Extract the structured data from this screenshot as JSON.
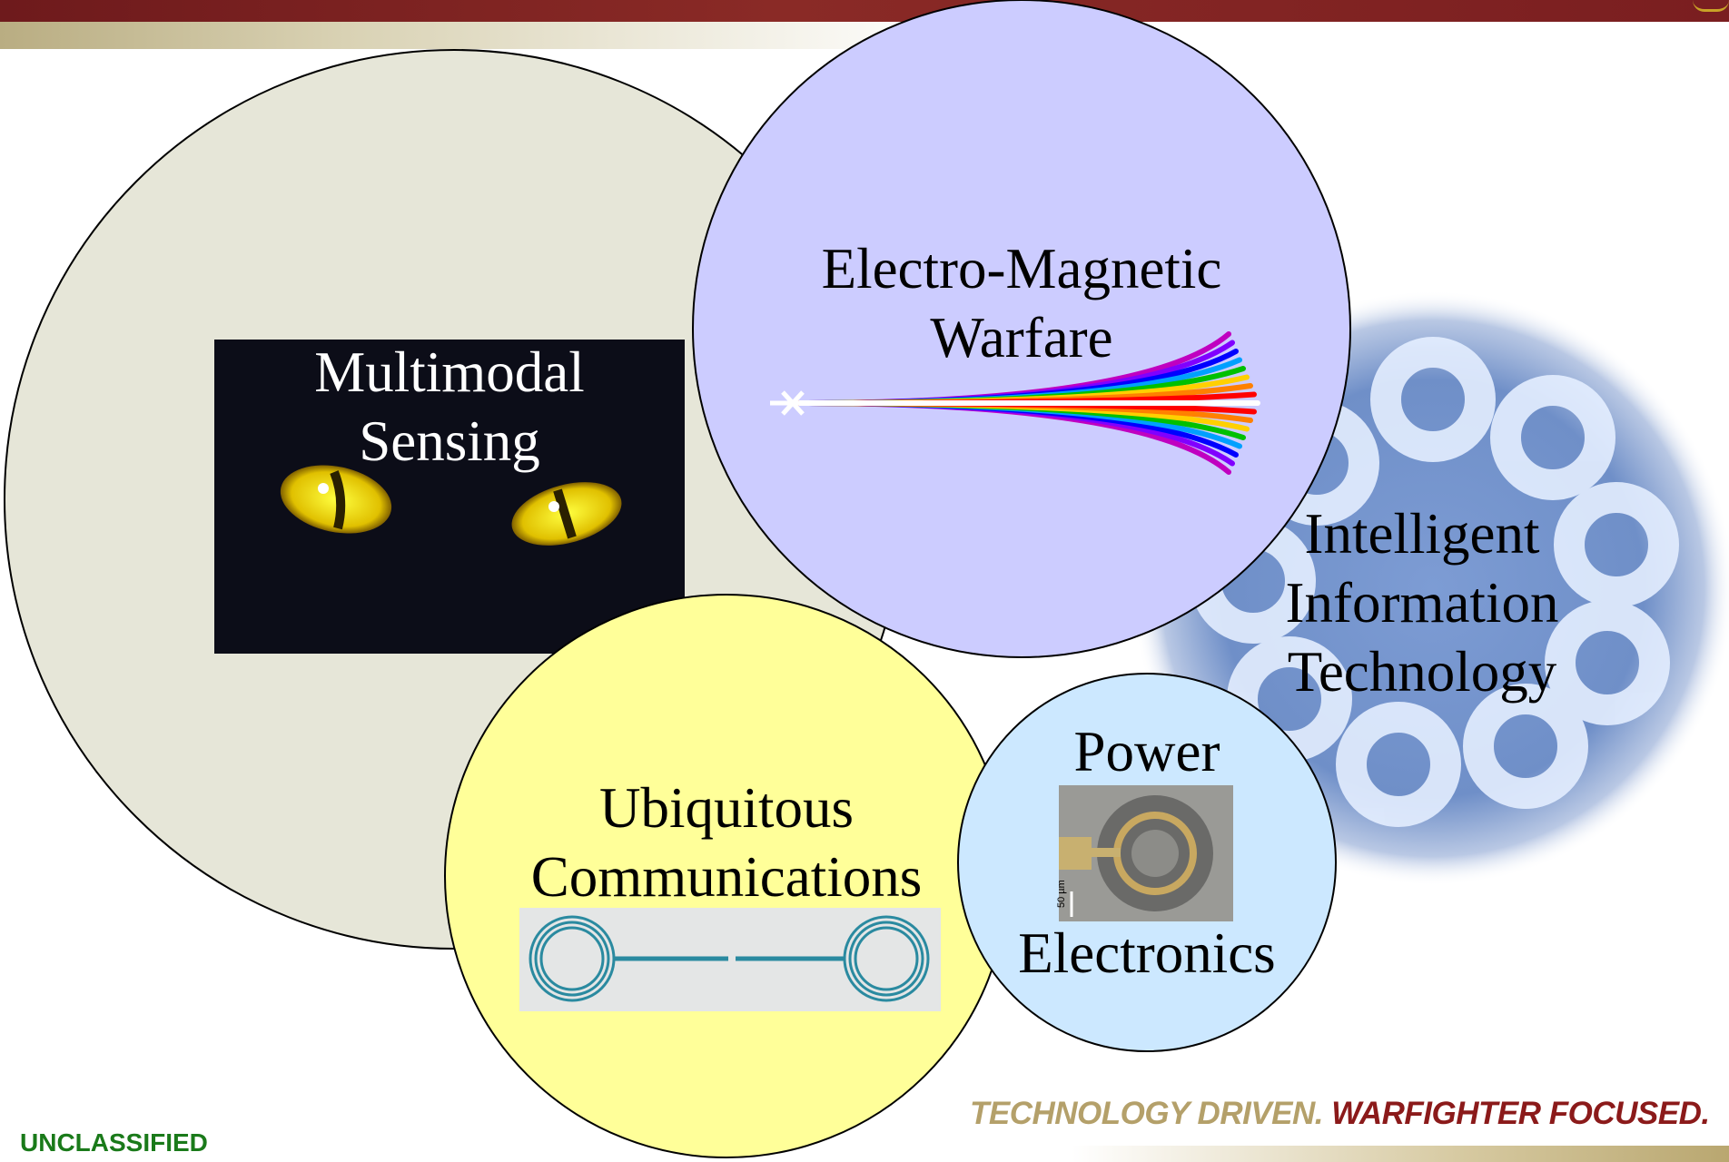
{
  "circles": {
    "multimodal": {
      "line1": "Multimodal",
      "line2": "Sensing",
      "fill": "#e6e6d8"
    },
    "emw": {
      "line1": "Electro-Magnetic",
      "line2": "Warfare",
      "fill": "#ccccff"
    },
    "iit": {
      "line1": "Intelligent",
      "line2": "Information",
      "line3": "Technology",
      "fill": "#8aa8d8"
    },
    "ubiq": {
      "line1": "Ubiquitous",
      "line2": "Communications",
      "fill": "#ffff99"
    },
    "power": {
      "line1": "Power",
      "line2": "Electronics",
      "fill": "#cce8ff"
    }
  },
  "tagline": {
    "part1": "TECHNOLOGY DRIVEN.",
    "part2": "WARFIGHTER FOCUSED."
  },
  "classification": "UNCLASSIFIED",
  "scale_label": "50 µm",
  "colors": {
    "header_bar": "#7a1e20",
    "gold": "#b4a06a",
    "classification": "#1a7a1a",
    "beam": [
      "#c000c0",
      "#8000ff",
      "#0000ff",
      "#00a0ff",
      "#00c000",
      "#ffd000",
      "#ff8000",
      "#ff0000",
      "#ffffff"
    ]
  }
}
